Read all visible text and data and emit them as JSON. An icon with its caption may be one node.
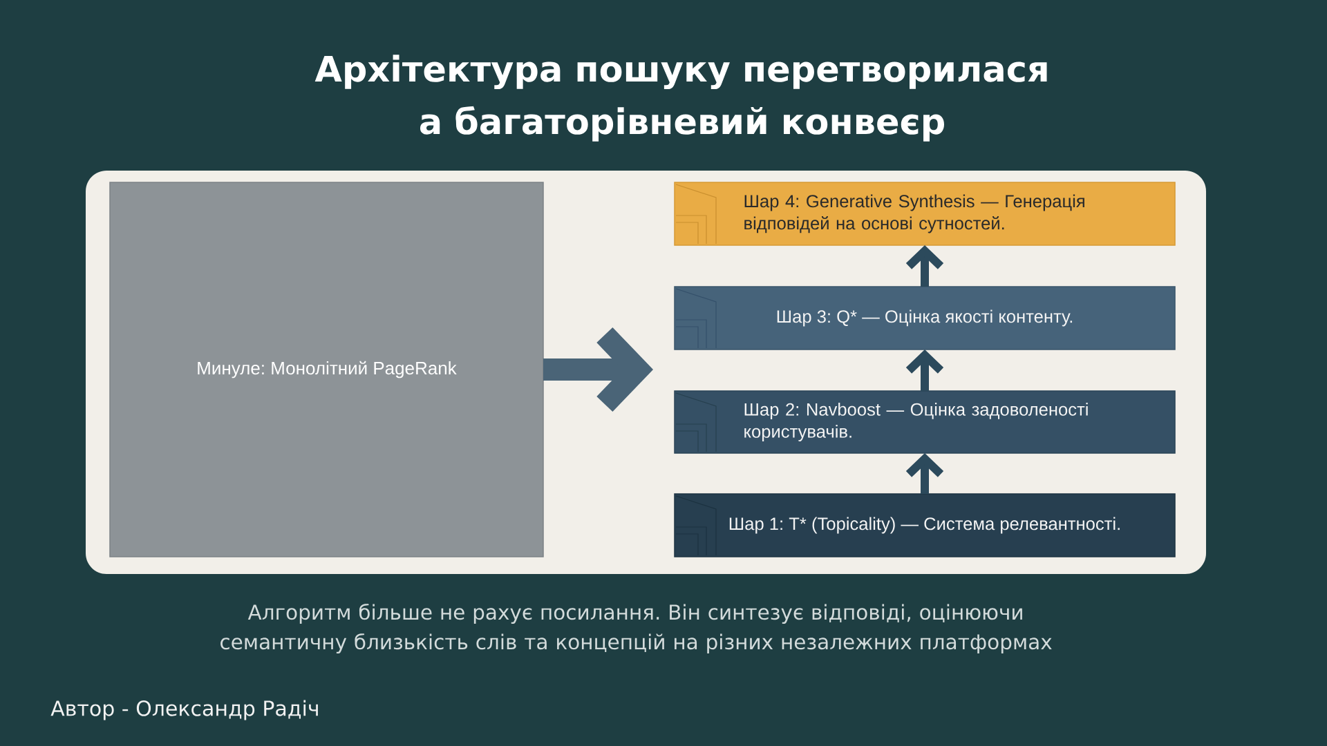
{
  "diagram": {
    "title": "Архітектура пошуку перетворилася а багаторівневий конвеєр",
    "caption": "Алгоритм більше не рахує посилання. Він синтезує відповіді, оцінюючи семантичну близькість слів та концепцій на різних незалежних платформах",
    "nodes": [
      {
        "text": [
          "Минуле: Монолітний PageRank"
        ]
      },
      {
        "text": [
          "Шар 4: Generative Synthesis — Генерація відповідей на основі сутностей."
        ]
      },
      {
        "text": [
          "Шар 3: Q* — Оцінка якості контенту."
        ]
      },
      {
        "text": [
          "Шар 2: Navboost — Оцінка задоволеності користувачів."
        ]
      },
      {
        "text": [
          "Шар 1: T* (Topicality) — Система релевантності."
        ]
      }
    ],
    "edges": [
      {
        "from": 0,
        "to": null,
        "arrow": "to",
        "style": "thick",
        "color": "#4a6477"
      },
      {
        "from": 4,
        "to": 3,
        "arrow": "to"
      },
      {
        "from": 3,
        "to": 2,
        "arrow": "to"
      },
      {
        "from": 2,
        "to": 1,
        "arrow": "to"
      }
    ],
    "labels": [
      "Автор - Олександр Радіч"
    ]
  }
}
